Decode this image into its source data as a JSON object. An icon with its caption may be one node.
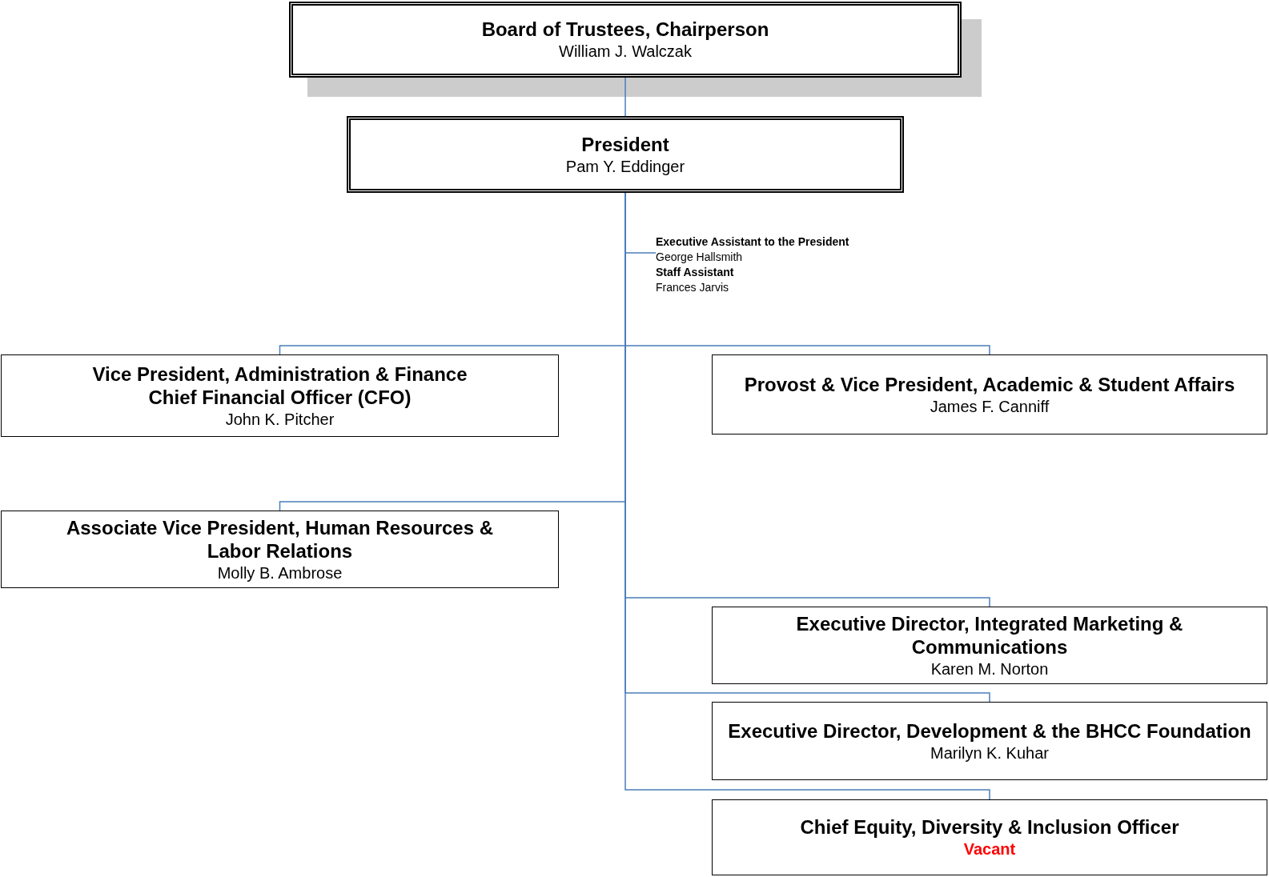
{
  "diagram": {
    "nodes": [
      {
        "text": [
          "Board of Trustees, Chairperson",
          "William J. Walczak"
        ]
      },
      {
        "text": [
          "President",
          "Pam Y. Eddinger"
        ]
      },
      {
        "text": [
          "Executive Assistant to the President",
          "George Hallsmith",
          "Staff Assistant",
          "Frances Jarvis"
        ]
      },
      {
        "text": [
          "Vice President, Administration & Finance",
          "Chief Financial Officer (CFO)",
          "John K. Pitcher"
        ]
      },
      {
        "text": [
          "Provost & Vice President, Academic & Student Affairs",
          "James F. Canniff"
        ]
      },
      {
        "text": [
          "Associate Vice President, Human Resources & Labor Relations",
          "Molly B. Ambrose"
        ]
      },
      {
        "text": [
          "Executive Director, Integrated Marketing & Communications",
          "Karen M. Norton"
        ]
      },
      {
        "text": [
          "Executive Director, Development & the BHCC Foundation",
          "Marilyn K. Kuhar"
        ]
      },
      {
        "text": [
          "Chief Equity, Diversity & Inclusion Officer",
          "Vacant"
        ]
      }
    ],
    "edges": [
      {
        "from": 0,
        "to": 1,
        "arrow": "none"
      },
      {
        "from": 1,
        "to": 2,
        "arrow": "none"
      },
      {
        "from": 1,
        "to": 3,
        "arrow": "none"
      },
      {
        "from": 1,
        "to": 4,
        "arrow": "none"
      },
      {
        "from": 1,
        "to": 5,
        "arrow": "none"
      },
      {
        "from": 1,
        "to": 6,
        "arrow": "none"
      },
      {
        "from": 1,
        "to": 7,
        "arrow": "none"
      },
      {
        "from": 1,
        "to": 8,
        "arrow": "none"
      }
    ]
  }
}
